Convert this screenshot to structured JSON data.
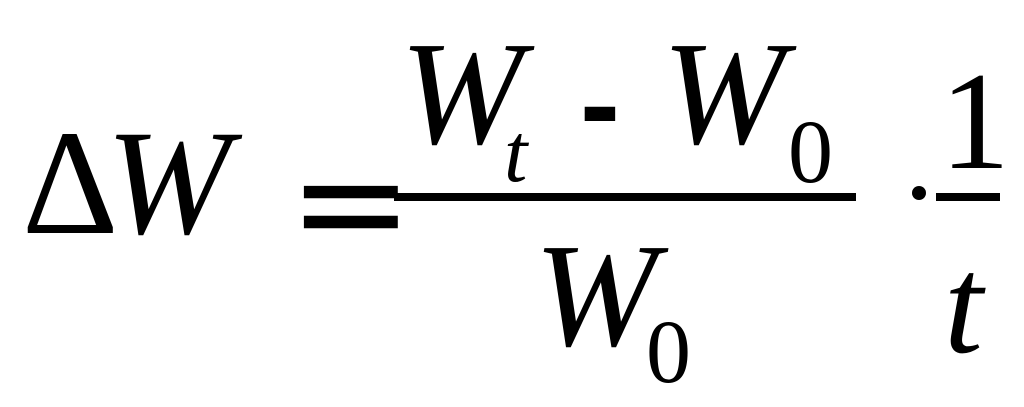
{
  "formula": {
    "lhs": {
      "delta": "Δ",
      "variable": "W"
    },
    "equals": "=",
    "fraction": {
      "numerator": {
        "term1": {
          "variable": "W",
          "subscript": "t"
        },
        "operator": "-",
        "term2": {
          "variable": "W",
          "subscript": "0"
        }
      },
      "denominator": {
        "variable": "W",
        "subscript": "0"
      }
    },
    "multiply": "·",
    "reciprocal": {
      "numerator": "1",
      "denominator": "t"
    }
  }
}
